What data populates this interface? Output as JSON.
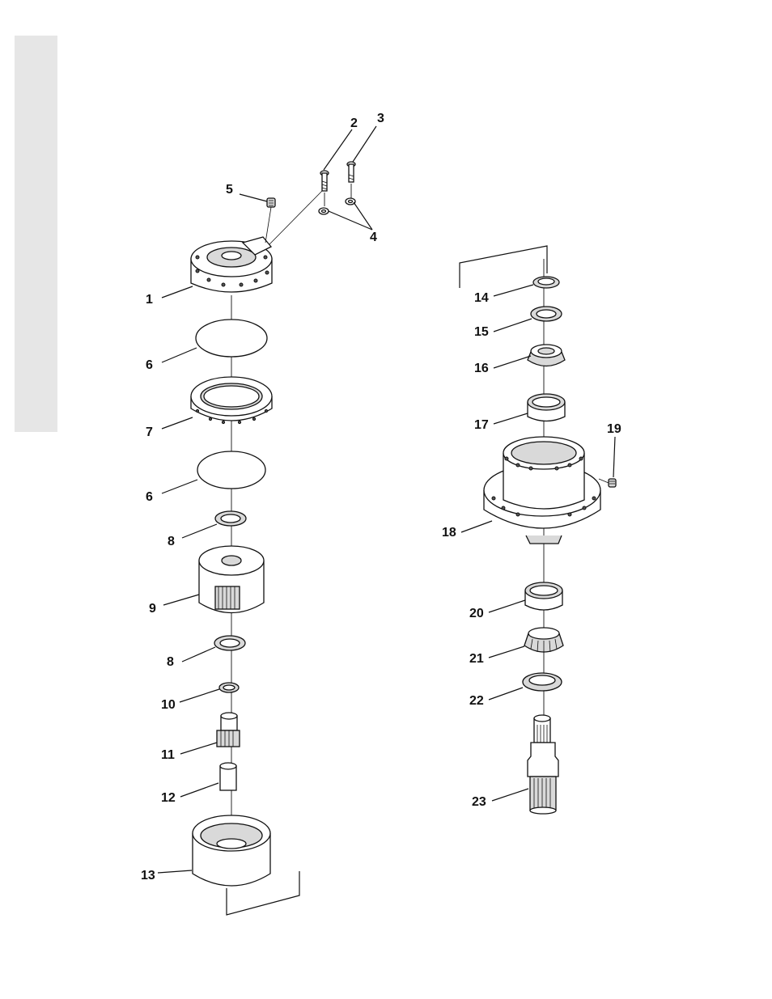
{
  "side_tab": {
    "color": "#e6e6e6"
  },
  "callouts": {
    "c1": "1",
    "c2": "2",
    "c3": "3",
    "c4": "4",
    "c5": "5",
    "c6a": "6",
    "c6b": "6",
    "c7": "7",
    "c8a": "8",
    "c8b": "8",
    "c9": "9",
    "c10": "10",
    "c11": "11",
    "c12": "12",
    "c13": "13",
    "c14": "14",
    "c15": "15",
    "c16": "16",
    "c17": "17",
    "c18": "18",
    "c19": "19",
    "c20": "20",
    "c21": "21",
    "c22": "22",
    "c23": "23"
  }
}
